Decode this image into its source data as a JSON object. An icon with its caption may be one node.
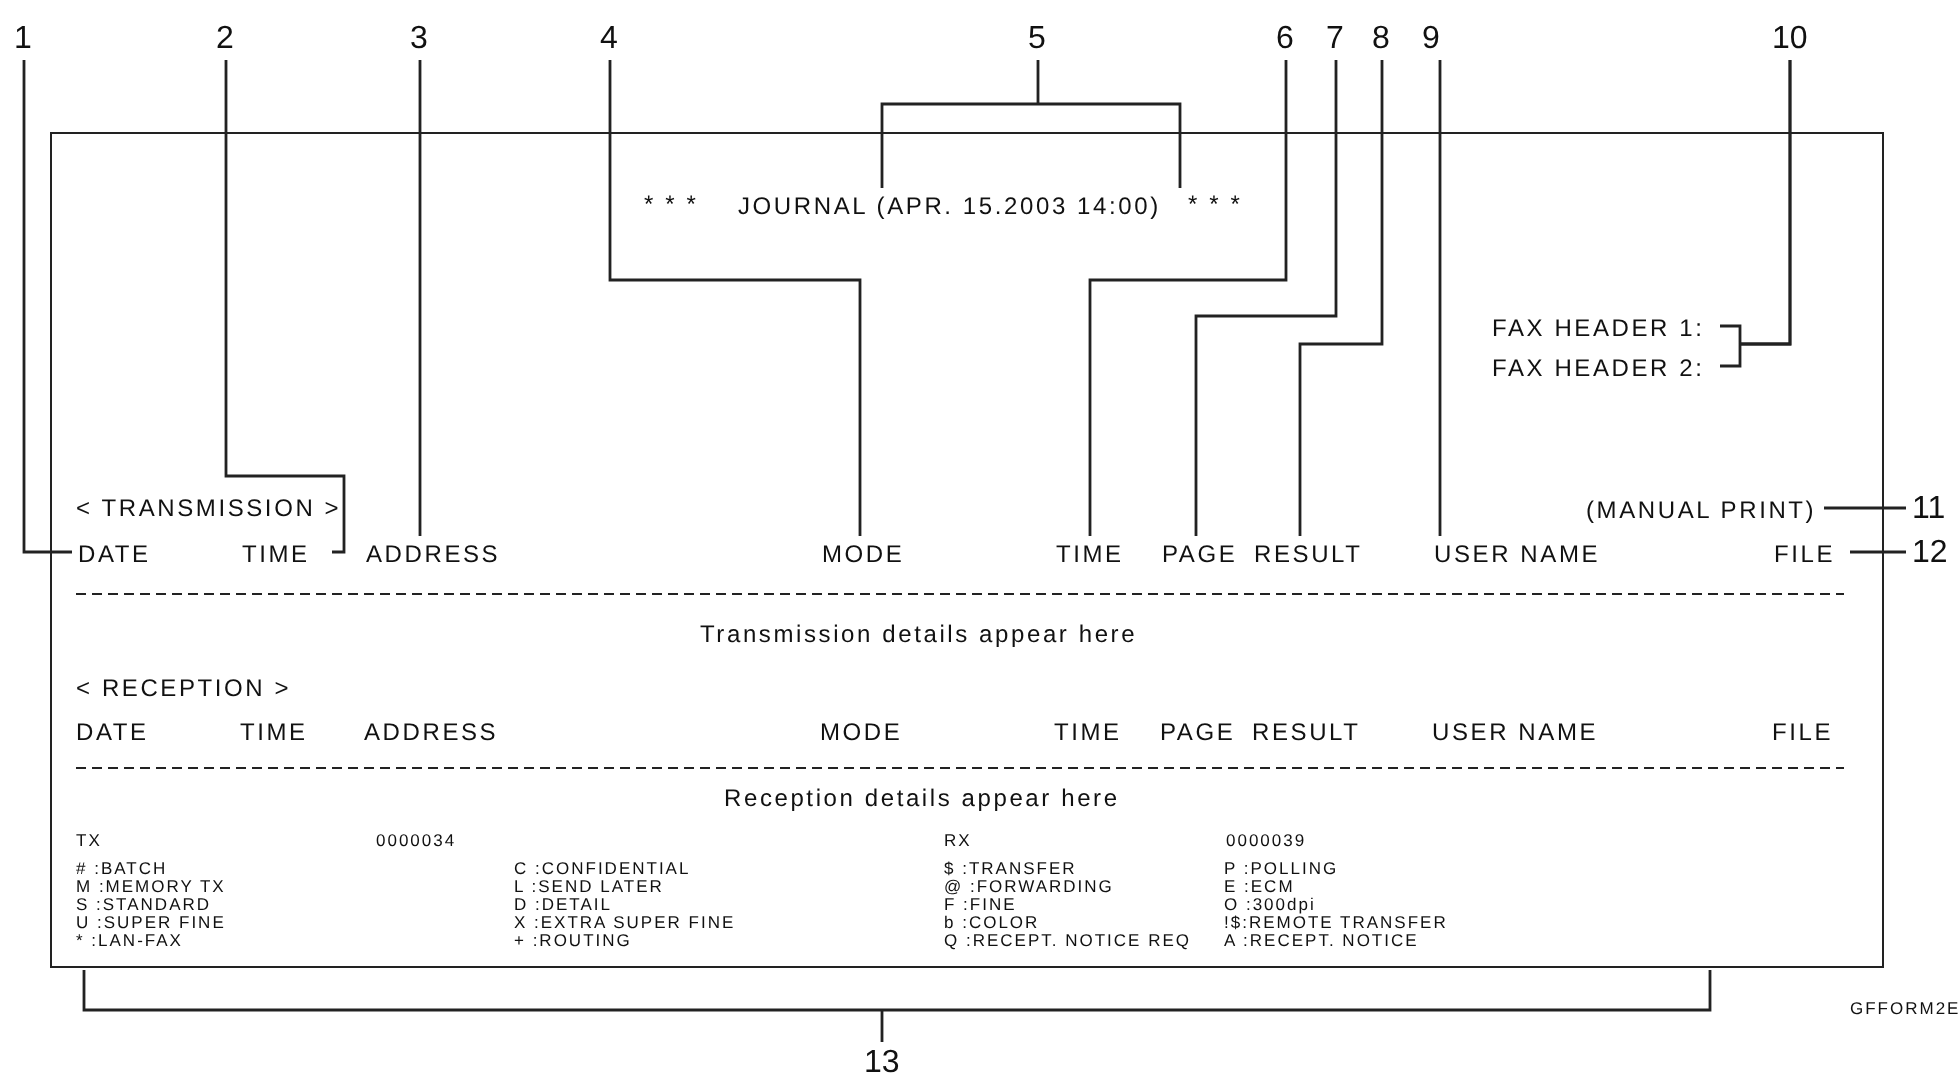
{
  "diagram": {
    "nodes": [
      {
        "text": [
          "1"
        ]
      },
      {
        "text": [
          "2"
        ]
      },
      {
        "text": [
          "3"
        ]
      },
      {
        "text": [
          "4"
        ]
      },
      {
        "text": [
          "5"
        ]
      },
      {
        "text": [
          "6"
        ]
      },
      {
        "text": [
          "7"
        ]
      },
      {
        "text": [
          "8"
        ]
      },
      {
        "text": [
          "9"
        ]
      },
      {
        "text": [
          "10"
        ]
      },
      {
        "text": [],
        "shape": "box"
      },
      {
        "text": [
          "JOURNAL (APR. 15.2003 14:00)"
        ],
        "in": 10
      },
      {
        "text": [
          "FAX HEADER 1:"
        ],
        "in": 10
      },
      {
        "text": [
          "FAX HEADER 2:"
        ],
        "in": 10
      },
      {
        "text": [
          "(MANUAL PRINT)"
        ],
        "in": 10
      },
      {
        "text": [
          "DATE"
        ],
        "in": 10
      },
      {
        "text": [
          "TIME"
        ],
        "in": 10
      },
      {
        "text": [
          "ADDRESS"
        ],
        "in": 10
      },
      {
        "text": [
          "MODE"
        ],
        "in": 10
      },
      {
        "text": [
          "TIME"
        ],
        "in": 10
      },
      {
        "text": [
          "PAGE"
        ],
        "in": 10
      },
      {
        "text": [
          "RESULT"
        ],
        "in": 10
      },
      {
        "text": [
          "USER NAME"
        ],
        "in": 10
      },
      {
        "text": [
          "FILE"
        ],
        "in": 10
      },
      {
        "text": [
          "11"
        ]
      },
      {
        "text": [
          "12"
        ]
      },
      {
        "text": [
          "13"
        ]
      }
    ],
    "edges": [
      {
        "from": 0,
        "to": 15,
        "arrow": "none"
      },
      {
        "from": 1,
        "to": 16,
        "arrow": "none"
      },
      {
        "from": 2,
        "to": 17,
        "arrow": "none"
      },
      {
        "from": 3,
        "to": 18,
        "arrow": "none"
      },
      {
        "from": 4,
        "to": 11,
        "arrow": "none"
      },
      {
        "from": 5,
        "to": 19,
        "arrow": "none"
      },
      {
        "from": 6,
        "to": 20,
        "arrow": "none"
      },
      {
        "from": 7,
        "to": 21,
        "arrow": "none"
      },
      {
        "from": 8,
        "to": 22,
        "arrow": "none"
      },
      {
        "from": 9,
        "to": 12,
        "arrow": "none"
      },
      {
        "from": 9,
        "to": 13,
        "arrow": "none"
      },
      {
        "from": 24,
        "to": 14,
        "arrow": "none"
      },
      {
        "from": 25,
        "to": 23,
        "arrow": "none"
      },
      {
        "from": 26,
        "to": 10,
        "arrow": "none"
      }
    ],
    "labels": [
      "* * *",
      "* * *",
      "< TRANSMISSION >",
      "Transmission details appear here",
      "< RECEPTION >",
      "DATE",
      "TIME",
      "ADDRESS",
      "MODE",
      "TIME",
      "PAGE",
      "RESULT",
      "USER NAME",
      "FILE",
      "Reception details appear here",
      "TX",
      "0000034",
      "RX",
      "0000039",
      "# :BATCH",
      "C :CONFIDENTIAL",
      "$ :TRANSFER",
      "P :POLLING",
      "M :MEMORY TX",
      "L :SEND LATER",
      "@ :FORWARDING",
      "E :ECM",
      "S :STANDARD",
      "D :DETAIL",
      "F :FINE",
      "O :300dpi",
      "U :SUPER FINE",
      "X :EXTRA SUPER FINE",
      "b :COLOR",
      "!$:REMOTE TRANSFER",
      "* :LAN-FAX",
      "+ :ROUTING",
      "Q :RECEPT. NOTICE REQ",
      "A :RECEPT. NOTICE",
      "GFFORM2E"
    ]
  }
}
